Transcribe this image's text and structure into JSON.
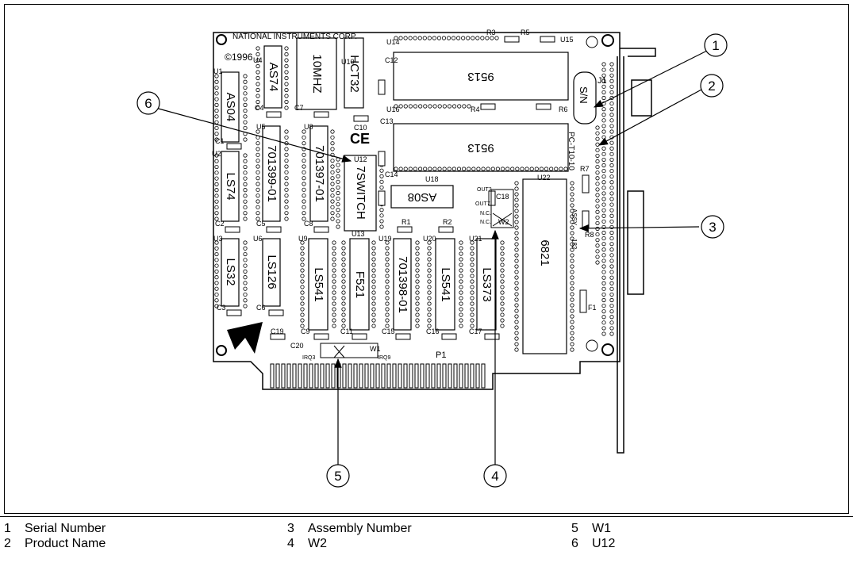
{
  "board": {
    "maker": "NATIONAL INSTRUMENTS CORP.",
    "copyright": "©1996",
    "chips": [
      {
        "ref": "U4",
        "part": "AS74"
      },
      {
        "ref": "",
        "part": "10MHZ"
      },
      {
        "ref": "U10",
        "part": "HCT32"
      },
      {
        "ref": "U14",
        "part": "9513"
      },
      {
        "ref": "U16",
        "part": "9513"
      },
      {
        "ref": "U1",
        "part": "AS04"
      },
      {
        "ref": "U5",
        "part": "701399-01"
      },
      {
        "ref": "U8",
        "part": "701397-01"
      },
      {
        "ref": "U12",
        "part": "7SWITCH"
      },
      {
        "ref": "U18",
        "part": "AS08"
      },
      {
        "ref": "U22",
        "part": "6821"
      },
      {
        "ref": "U2",
        "part": "LS74"
      },
      {
        "ref": "U3",
        "part": "LS32"
      },
      {
        "ref": "U6",
        "part": "LS126"
      },
      {
        "ref": "U9",
        "part": "LS541"
      },
      {
        "ref": "U13",
        "part": "F521"
      },
      {
        "ref": "U19",
        "part": "701398-01"
      },
      {
        "ref": "U20",
        "part": "LS541"
      },
      {
        "ref": "U21",
        "part": "LS373"
      }
    ],
    "labels": [
      "C10",
      "C13",
      "C12",
      "C14",
      "C18",
      "C4",
      "C7",
      "C1",
      "C2",
      "C5",
      "C8",
      "C3",
      "C6",
      "C19",
      "C9",
      "C11",
      "C15",
      "C16",
      "C17",
      "C20",
      "R3",
      "R5",
      "U15",
      "R4",
      "R6",
      "R1",
      "R2",
      "R7",
      "R8",
      "J1",
      "P1",
      "F1",
      "W1",
      "W2",
      "IRQ3",
      "IRQ9",
      "OUT2",
      "OUT7",
      "N.C.",
      "N.C.",
      "S/N",
      "ASSY",
      "PC-T10-10",
      "182"
    ]
  },
  "callouts": [
    {
      "num": "1"
    },
    {
      "num": "2"
    },
    {
      "num": "3"
    },
    {
      "num": "4"
    },
    {
      "num": "5"
    },
    {
      "num": "6"
    }
  ],
  "legend": [
    {
      "num": "1",
      "text": "Serial Number"
    },
    {
      "num": "2",
      "text": "Product Name"
    },
    {
      "num": "3",
      "text": "Assembly Number"
    },
    {
      "num": "4",
      "text": "W2"
    },
    {
      "num": "5",
      "text": "W1"
    },
    {
      "num": "6",
      "text": "U12"
    }
  ]
}
